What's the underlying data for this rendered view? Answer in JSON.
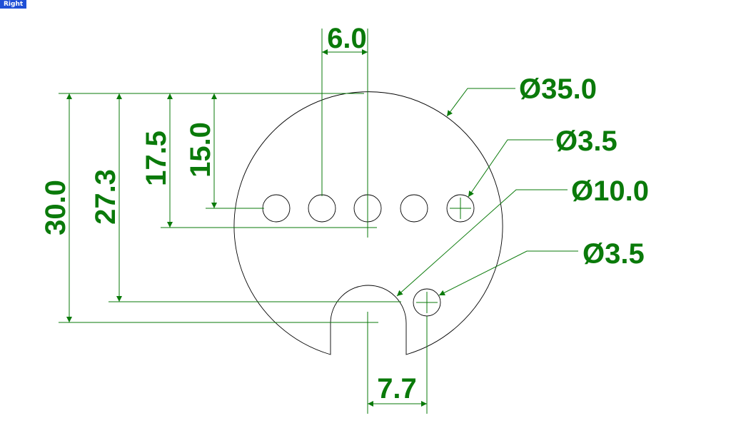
{
  "viewport": {
    "label": "Right"
  },
  "dimensions": {
    "hole_spacing": "6.0",
    "outer_diameter": "Ø35.0",
    "small_hole_diameter_top": "Ø3.5",
    "slot_diameter": "Ø10.0",
    "small_hole_diameter_bottom": "Ø3.5",
    "holes_from_top": "15.0",
    "center_from_top": "17.5",
    "slot_top_from_top": "27.3",
    "slot_center_from_top": "30.0",
    "slot_to_hole_offset": "7.7"
  },
  "colors": {
    "dimension": "#0a7a0a",
    "geometry": "#000000",
    "viewport_tab": "#1f4fd6"
  }
}
